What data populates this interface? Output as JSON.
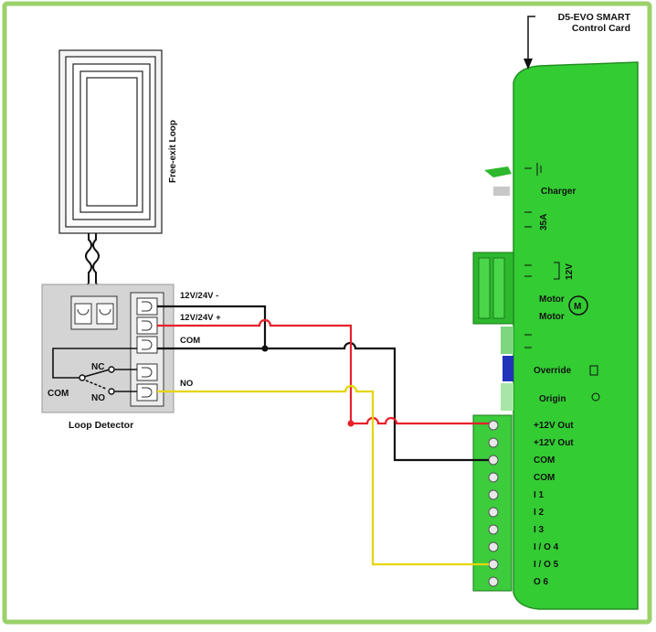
{
  "card_title": {
    "line1": "D5-EVO SMART",
    "line2": "Control Card"
  },
  "loop": {
    "label": "Free-exit Loop"
  },
  "detector": {
    "title": "Loop Detector",
    "terminals": [
      "12V/24V -",
      "12V/24V +",
      "COM",
      "NO"
    ],
    "relay": {
      "nc": "NC",
      "com": "COM",
      "no": "NO"
    }
  },
  "card_labels": {
    "charger": "Charger",
    "fuse": "35A",
    "battery": "12V",
    "motor_a": "Motor",
    "motor_b": "Motor",
    "override": "Override",
    "origin": "Origin",
    "terminals": [
      "+12V Out",
      "+12V Out",
      "COM",
      "COM",
      "I 1",
      "I 2",
      "I 3",
      "I / O 4",
      "I / O 5",
      "O 6"
    ]
  },
  "colors": {
    "border": "#9bd16a",
    "card": "#33cc33",
    "wire_red": "#e8202a",
    "wire_yellow": "#e5d600",
    "wire_black": "#111111",
    "detector_box": "#d4d4d4"
  }
}
